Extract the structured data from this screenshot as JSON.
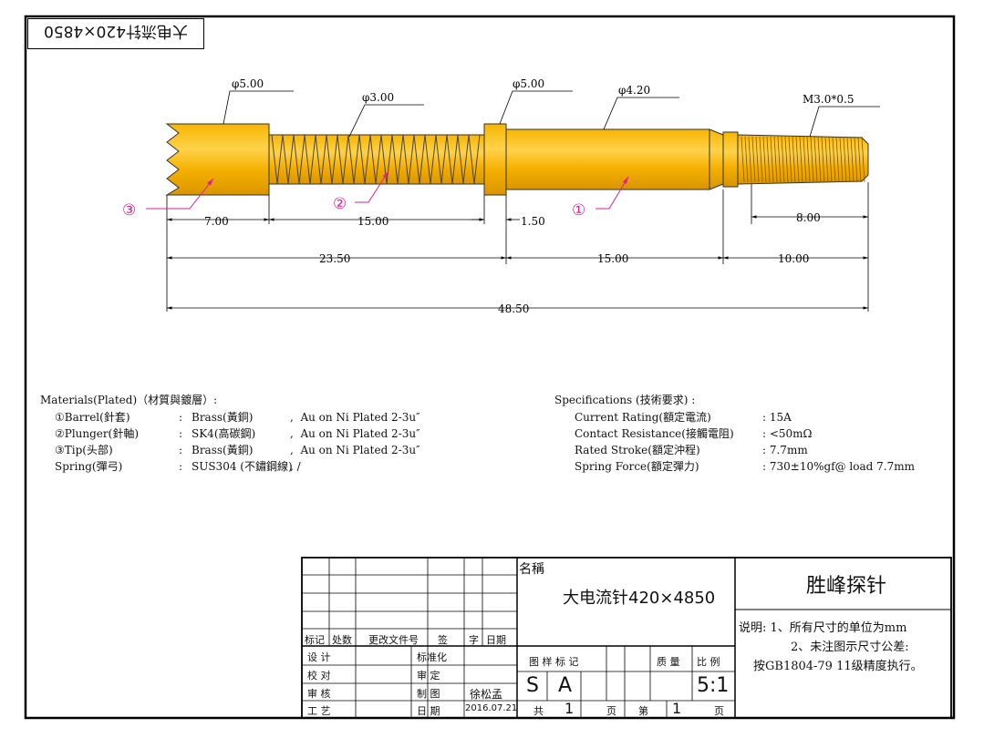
{
  "stamp_text": "大电流针420×4850",
  "dimensions": {
    "d_tip": "φ5.00",
    "d_spring": "φ3.00",
    "d_collar": "φ5.00",
    "d_barrel": "φ4.20",
    "thread": "M3.0*0.5",
    "len_tip": "7.00",
    "len_spring": "15.00",
    "len_collar": "1.50",
    "len_thread": "8.00",
    "len_front": "23.50",
    "len_barrel": "15.00",
    "len_rear": "10.00",
    "len_total": "48.50"
  },
  "callouts": {
    "c1": "①",
    "c2": "②",
    "c3": "③"
  },
  "materials": {
    "heading": "Materials(Plated)（材質與鍍層）:",
    "rows": [
      {
        "part": "①Barrel(針套)",
        "sep": ":",
        "material": "Brass(黃銅)",
        "plating": ",  Au on Ni Plated 2-3u″"
      },
      {
        "part": "②Plunger(針軸)",
        "sep": ":",
        "material": "SK4(高碳鋼)",
        "plating": ",  Au on Ni Plated 2-3u″"
      },
      {
        "part": "③Tip(头部)",
        "sep": ":",
        "material": "Brass(黃銅)",
        "plating": ",  Au on Ni Plated 2-3u″"
      },
      {
        "part": "Spring(彈弓)",
        "sep": ":",
        "material": "SUS304 (不鏽鋼線)",
        "plating": ", /"
      }
    ]
  },
  "specifications": {
    "heading": "Specifications (技術要求) :",
    "rows": [
      {
        "label": "Current Rating(額定電流)",
        "value": ": 15A"
      },
      {
        "label": "Contact Resistance(接觸電阻)",
        "value": ": <50mΩ"
      },
      {
        "label": "Rated Stroke(額定沖程)",
        "value": ": 7.7mm"
      },
      {
        "label": "Spring Force(額定彈力)",
        "value": ": 730±10%gf@ load 7.7mm"
      }
    ]
  },
  "title_block": {
    "rev_headers": [
      "标记",
      "处数",
      "更改文件号",
      "签",
      "字",
      "日期"
    ],
    "sign_left": [
      "设 计",
      "校 对",
      "审 核",
      "工 艺"
    ],
    "sign_mid": [
      "标准化",
      "审 定",
      "制 图",
      "日 期"
    ],
    "drafter": "徐松孟",
    "date": "2016.07.21",
    "name_label": "名稱",
    "part_name": "大电流针420×4850",
    "company": "胜峰探针",
    "grid_headers": [
      "图 样 标 记",
      "质 量",
      "比 例"
    ],
    "mark_s": "S",
    "mark_a": "A",
    "scale": "5:1",
    "total_label": "共",
    "total_value": "1",
    "page_unit": "页",
    "sheet_label": "第",
    "sheet_value": "1",
    "notes": [
      "说明: 1、所有尺寸的单位为mm",
      "2、未注图示尺寸公差:",
      "按GB1804-79 11级精度执行。"
    ]
  },
  "colors": {
    "gold": "#F5B800",
    "gold_dark": "#C88A00",
    "magenta": "#E0208C"
  }
}
